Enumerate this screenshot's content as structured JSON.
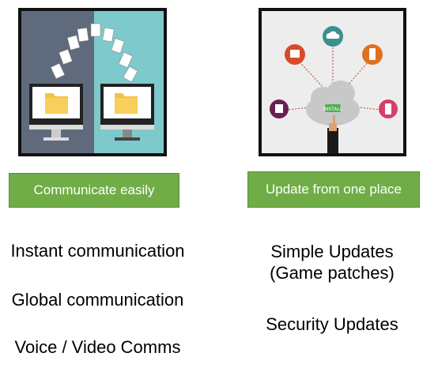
{
  "left": {
    "label": "Communicate easily",
    "bullets": [
      "Instant communication",
      "Global communication",
      "Voice / Video Comms"
    ],
    "colors": {
      "left_bg": "#5f6b7d",
      "right_bg": "#7ec9cc",
      "folder": "#f5c242"
    }
  },
  "right": {
    "label": "Update from one place",
    "bullets": [
      "Simple Updates\n(Game patches)",
      "Security Updates"
    ],
    "colors": {
      "bg": "#ededed",
      "cloud": "#c8c8c8"
    }
  },
  "accent": "#70ad47"
}
